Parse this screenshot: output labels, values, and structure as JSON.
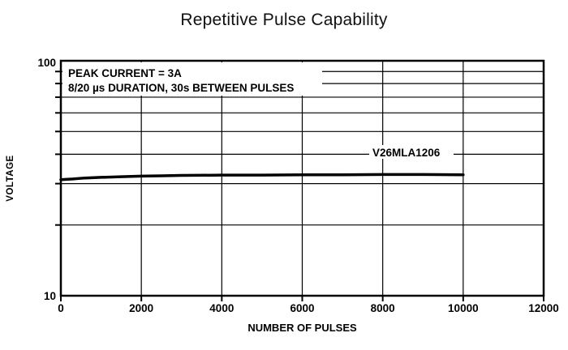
{
  "chart_data": {
    "type": "line",
    "title": "Repetitive Pulse Capability",
    "xlabel": "NUMBER OF PULSES",
    "ylabel": "VOLTAGE",
    "x_scale": "linear",
    "y_scale": "log",
    "xlim": [
      0,
      12000
    ],
    "ylim": [
      10,
      100
    ],
    "x_ticks": [
      0,
      2000,
      4000,
      6000,
      8000,
      10000,
      12000
    ],
    "y_tick_labels": [
      "100",
      "10"
    ],
    "y_gridlines": [
      20,
      30,
      40,
      50,
      60,
      70,
      80,
      90
    ],
    "grid": true,
    "line_color": "#000000",
    "series": [
      {
        "name": "V26MLA1206",
        "x": [
          0,
          300,
          600,
          1000,
          1500,
          2000,
          2500,
          3000,
          4000,
          5000,
          6000,
          7000,
          8000,
          9000,
          10000
        ],
        "y": [
          31.2,
          31.4,
          31.7,
          31.9,
          32.1,
          32.3,
          32.4,
          32.5,
          32.6,
          32.6,
          32.7,
          32.7,
          32.8,
          32.8,
          32.7
        ]
      }
    ],
    "annotations": [
      {
        "id": "condition-1",
        "text": "PEAK CURRENT = 3A"
      },
      {
        "id": "condition-2",
        "text": "8/20 µs DURATION, 30s BETWEEN PULSES"
      },
      {
        "id": "series-label",
        "text": "V26MLA1206"
      }
    ]
  }
}
